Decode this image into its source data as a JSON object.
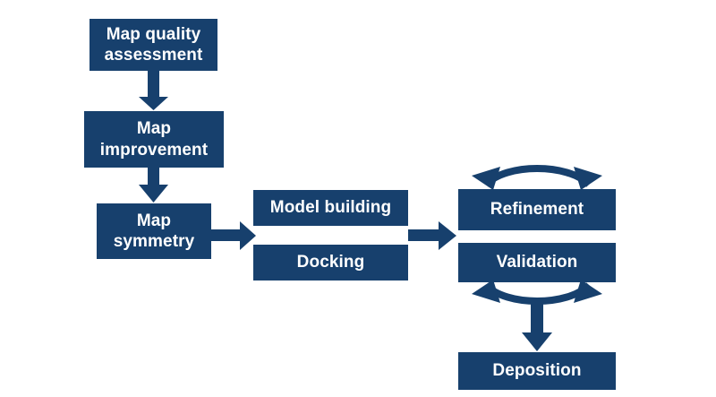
{
  "figure": {
    "type": "flowchart",
    "orientation": "left-to-right",
    "background_color": "#FFFFFF",
    "node_fill_color": "#17406D",
    "node_text_color": "#FFFFFF",
    "edge_color": "#17406D"
  },
  "nodes": [
    {
      "id": "map-quality-assessment",
      "label": "Map quality\nassessment"
    },
    {
      "id": "map-improvement",
      "label": "Map\nimprovement"
    },
    {
      "id": "map-symmetry",
      "label": "Map\nsymmetry"
    },
    {
      "id": "model-building",
      "label": "Model building"
    },
    {
      "id": "docking",
      "label": "Docking"
    },
    {
      "id": "refinement",
      "label": "Refinement"
    },
    {
      "id": "validation",
      "label": "Validation"
    },
    {
      "id": "deposition",
      "label": "Deposition"
    }
  ],
  "edges": [
    {
      "id": "e1",
      "from": "map-quality-assessment",
      "to": "map-improvement",
      "style": "straight-arrow",
      "direction": "down"
    },
    {
      "id": "e2",
      "from": "map-improvement",
      "to": "map-symmetry",
      "style": "straight-arrow",
      "direction": "down"
    },
    {
      "id": "e3",
      "from": "map-symmetry",
      "to": "model-building-docking",
      "style": "straight-arrow",
      "direction": "right"
    },
    {
      "id": "e4",
      "from": "model-building-docking",
      "to": "refinement-validation",
      "style": "straight-arrow",
      "direction": "right"
    },
    {
      "id": "e5",
      "from": "refinement-validation",
      "to": "refinement-validation",
      "style": "cyclic-double-arc",
      "direction": "cycle"
    },
    {
      "id": "e6",
      "from": "refinement-validation",
      "to": "deposition",
      "style": "straight-arrow",
      "direction": "down"
    }
  ]
}
